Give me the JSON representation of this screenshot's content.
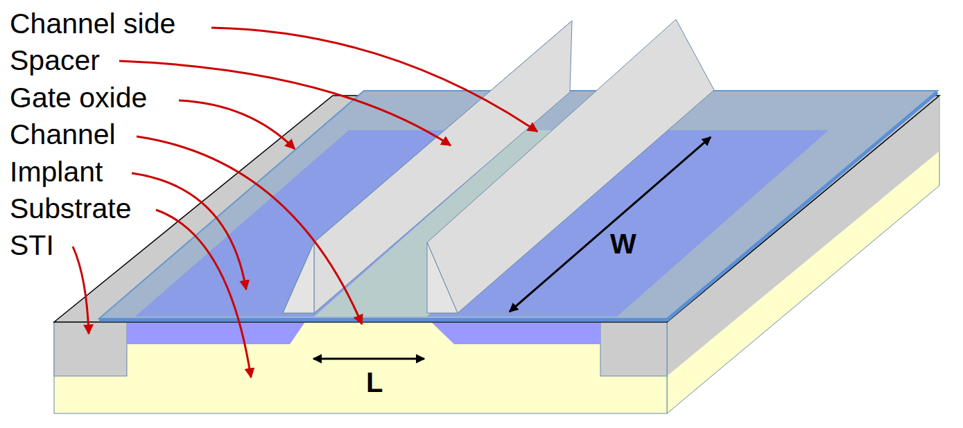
{
  "diagram": {
    "labels": [
      "Channel side",
      "Spacer",
      "Gate oxide",
      "Channel",
      "Implant",
      "Substrate",
      "STI",
      "W",
      "L"
    ]
  }
}
